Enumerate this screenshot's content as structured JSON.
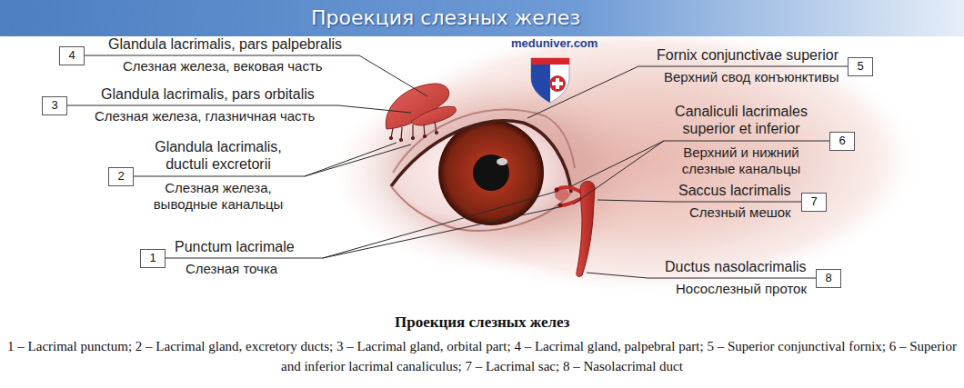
{
  "diagram": {
    "title": "Проекция слезных желез",
    "caption": "Проекция слезных желез",
    "nodes": [
      {
        "text": [
          "4"
        ]
      },
      {
        "text": [
          "5"
        ]
      },
      {
        "text": [
          "3"
        ]
      },
      {
        "text": [
          "6"
        ]
      },
      {
        "text": [
          "2"
        ]
      },
      {
        "text": [
          "7"
        ]
      },
      {
        "text": [
          "1"
        ]
      },
      {
        "text": [
          "8"
        ]
      }
    ],
    "labels": [
      "Glandula lacrimalis, pars palpebralis",
      "Слезная железа, вековая часть",
      "meduniver.com",
      "Fornix conjunctivae superior",
      "Верхний свод конъюнктивы",
      "Glandula lacrimalis, pars orbitalis",
      "Слезная железа, глазничная часть",
      "Canaliculi lacrimales superior et inferior",
      "Верхний и нижний слезные канальцы",
      "Glandula lacrimalis, ductuli excretorii",
      "Слезная железа, выводные канальцы",
      "Saccus lacrimalis",
      "Слезный мешок",
      "Punctum lacrimale",
      "Слезная точка",
      "Ductus nasolacrimalis",
      "Носослезный проток",
      "1 – Lacrimal punctum; 2 – Lacrimal gland, excretory ducts; 3 – Lacrimal gland, orbital part; 4 – Lacrimal gland, palpebral part; 5 – Superior conjunctival fornix; 6 – Superior and inferior lacrimal canaliculus; 7 – Lacrimal sac; 8 – Nasolacrimal duct"
    ]
  }
}
